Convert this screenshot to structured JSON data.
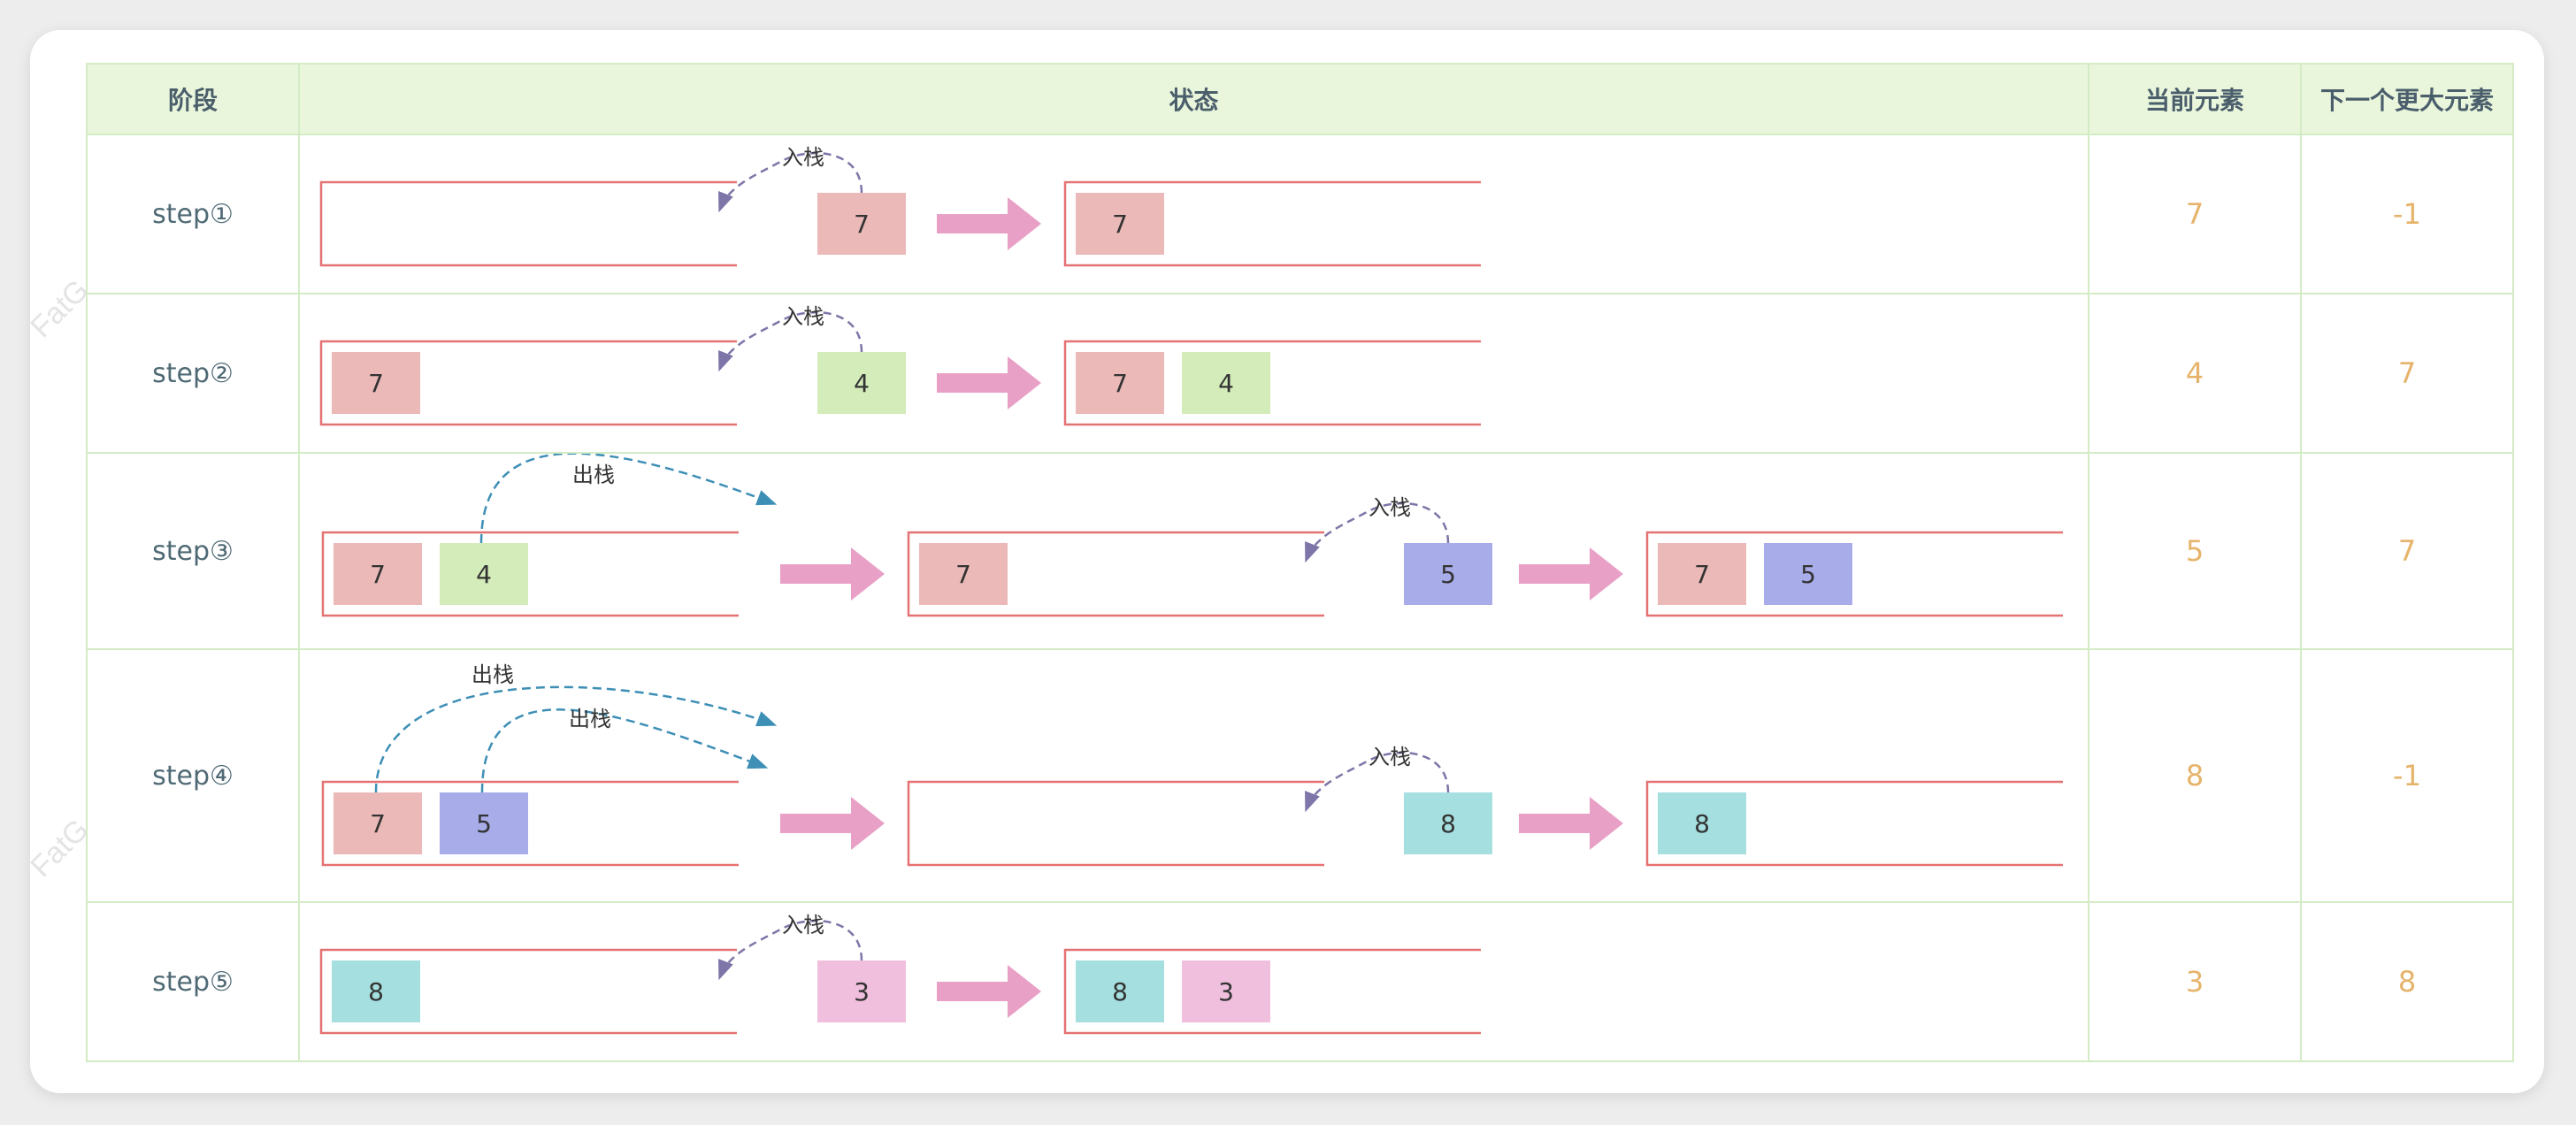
{
  "header": {
    "stage": "阶段",
    "state": "状态",
    "current": "当前元素",
    "next": "下一个更大元素"
  },
  "colors": {
    "7": "#ebb9b7",
    "4": "#d3ecba",
    "5": "#a8adea",
    "8": "#a5dfe0",
    "3": "#efbfdd",
    "stack_border": "#e57272",
    "push_arrow": "#7e76a8",
    "pop_arrow": "#3e8fb6",
    "big_arrow": "#e8a0c6"
  },
  "watermark": "FatG",
  "rows": [
    {
      "stage": "step①",
      "current": "7",
      "next": "-1",
      "scene": {
        "before": [],
        "ops": [
          {
            "kind": "push",
            "label": "入栈",
            "value": "7"
          }
        ],
        "after": [
          "7"
        ]
      }
    },
    {
      "stage": "step②",
      "current": "4",
      "next": "7",
      "scene": {
        "before": [
          "7"
        ],
        "ops": [
          {
            "kind": "push",
            "label": "入栈",
            "value": "4"
          }
        ],
        "after": [
          "7",
          "4"
        ]
      }
    },
    {
      "stage": "step③",
      "current": "5",
      "next": "7",
      "scene": {
        "before": [
          "7",
          "4"
        ],
        "ops": [
          {
            "kind": "pop",
            "label": "出栈",
            "value": "4"
          }
        ],
        "middle": [
          "7"
        ],
        "ops2": [
          {
            "kind": "push",
            "label": "入栈",
            "value": "5"
          }
        ],
        "after": [
          "7",
          "5"
        ]
      }
    },
    {
      "stage": "step④",
      "current": "8",
      "next": "-1",
      "scene": {
        "before": [
          "7",
          "5"
        ],
        "ops": [
          {
            "kind": "pop",
            "label": "出栈",
            "value": "7"
          },
          {
            "kind": "pop",
            "label": "出栈",
            "value": "5"
          }
        ],
        "middle": [],
        "ops2": [
          {
            "kind": "push",
            "label": "入栈",
            "value": "8"
          }
        ],
        "after": [
          "8"
        ]
      }
    },
    {
      "stage": "step⑤",
      "current": "3",
      "next": "8",
      "scene": {
        "before": [
          "8"
        ],
        "ops": [
          {
            "kind": "push",
            "label": "入栈",
            "value": "3"
          }
        ],
        "after": [
          "8",
          "3"
        ]
      }
    }
  ]
}
